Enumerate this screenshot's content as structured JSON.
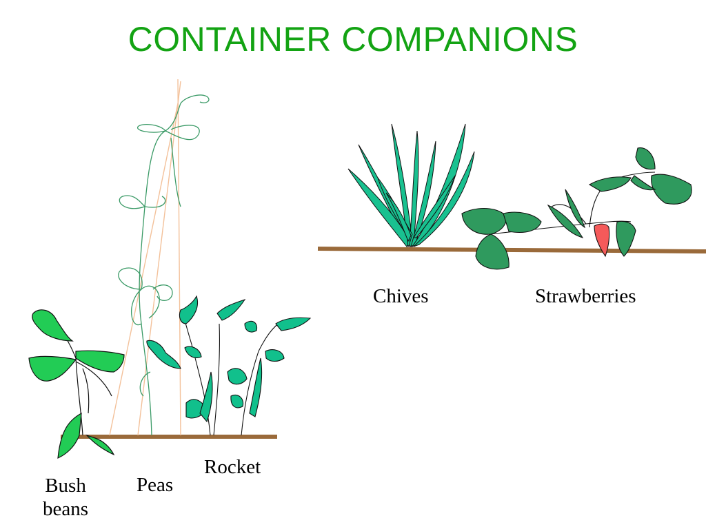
{
  "slide": {
    "title": "CONTAINER COMPANIONS"
  },
  "plants": {
    "bush_beans_line1": "Bush",
    "bush_beans_line2": "beans",
    "peas": "Peas",
    "rocket": "Rocket",
    "chives": "Chives",
    "strawberries": "Strawberries"
  },
  "colors": {
    "title": "#13a313",
    "ground": "#9a6a3a",
    "bean_leaf": "#22cc55",
    "rocket_leaf": "#11c08c",
    "chive_leaf": "#19c190",
    "strawberry_leaf": "#2f9a5e",
    "strawberry_fruit": "#f55a5a",
    "pea_vine": "#3a9a66",
    "pea_stake": "#f3c19a"
  }
}
